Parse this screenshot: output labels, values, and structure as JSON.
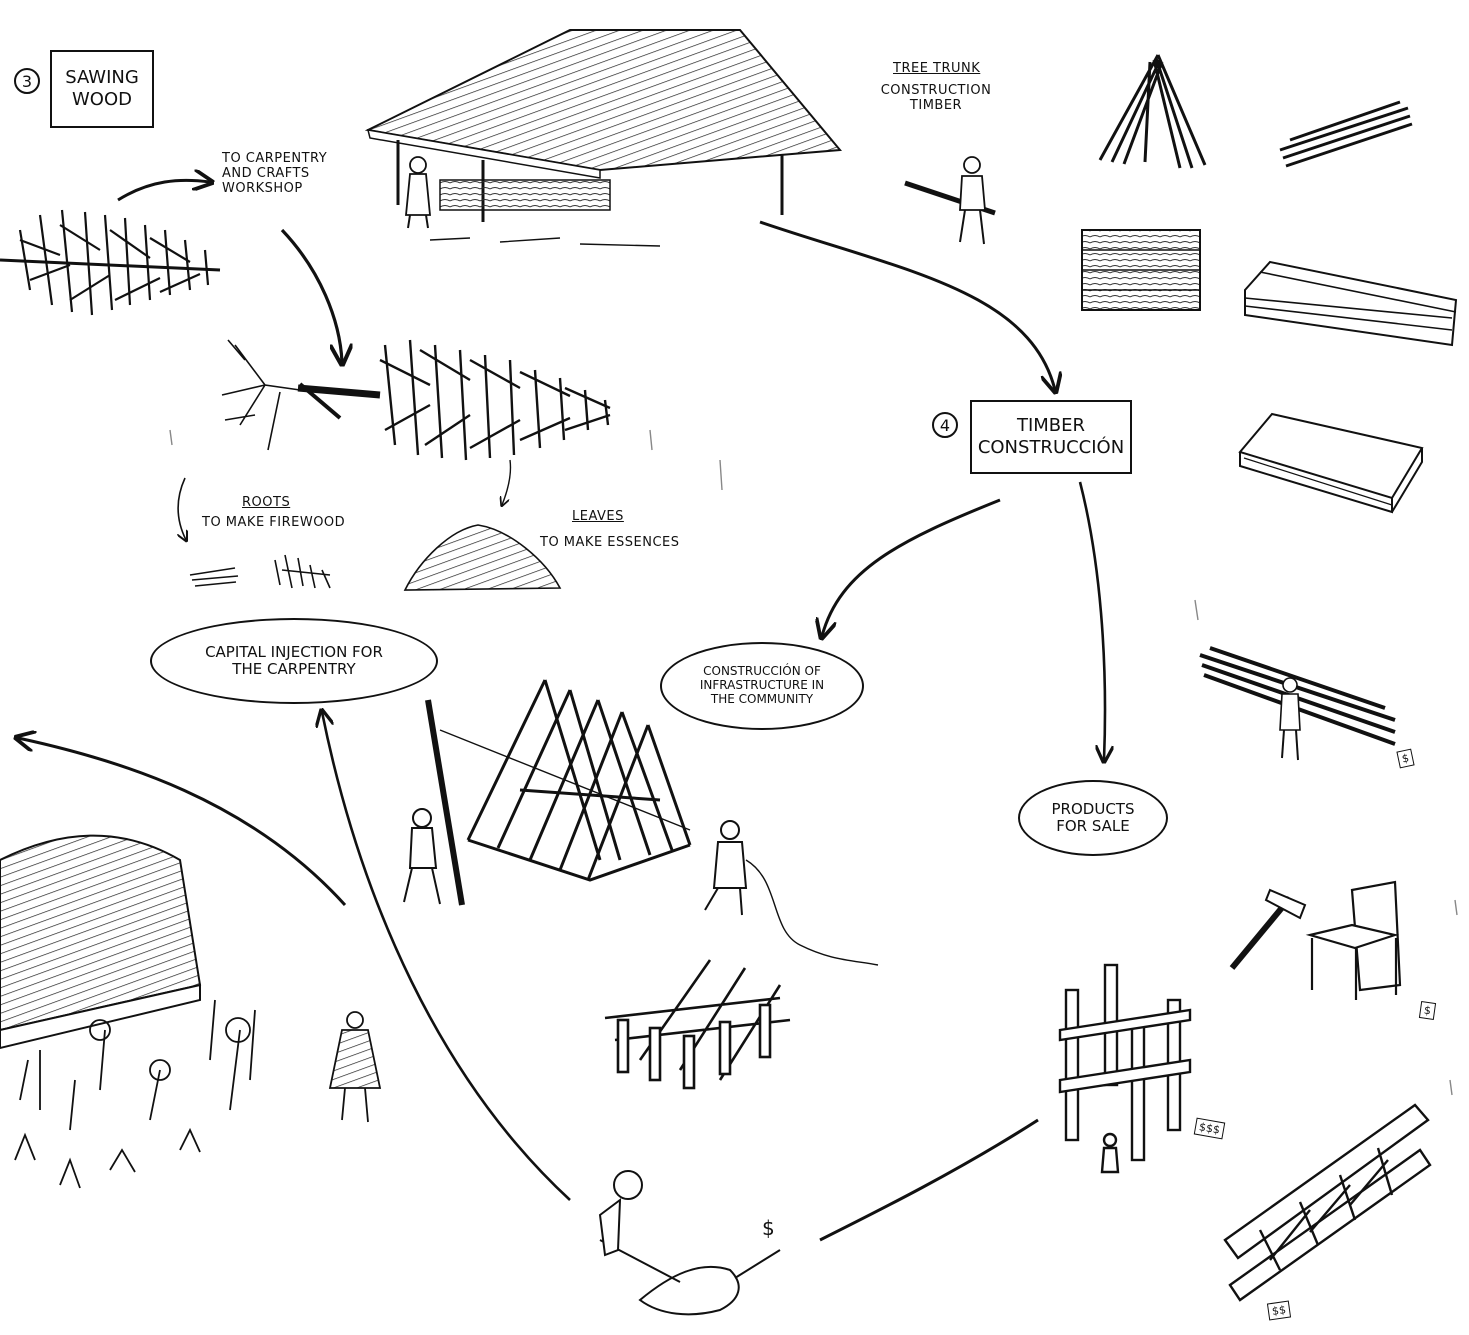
{
  "steps": {
    "sawing": {
      "number": "3",
      "label": "SAWING WOOD"
    },
    "timber": {
      "number": "4",
      "label": "TIMBER CONSTRUCCIÓN"
    }
  },
  "labels": {
    "to_workshop": "TO CARPENTRY AND CRAFTS WORKSHOP",
    "tree_trunk_title": "TREE TRUNK",
    "tree_trunk_sub": "CONSTRUCTION TIMBER",
    "roots_title": "ROOTS",
    "roots_sub": "TO MAKE FIREWOOD",
    "leaves_title": "LEAVES",
    "leaves_sub": "TO MAKE ESSENCES"
  },
  "ovals": {
    "capital": "CAPITAL INJECTION FOR THE CARPENTRY",
    "infrastructure": "CONSTRUCCIÓN OF INFRASTRUCTURE IN THE COMMUNITY",
    "products": "PRODUCTS FOR SALE"
  },
  "price_tags": {
    "bundle": "$",
    "chair": "$",
    "tower": "$$$",
    "truss": "$$"
  }
}
